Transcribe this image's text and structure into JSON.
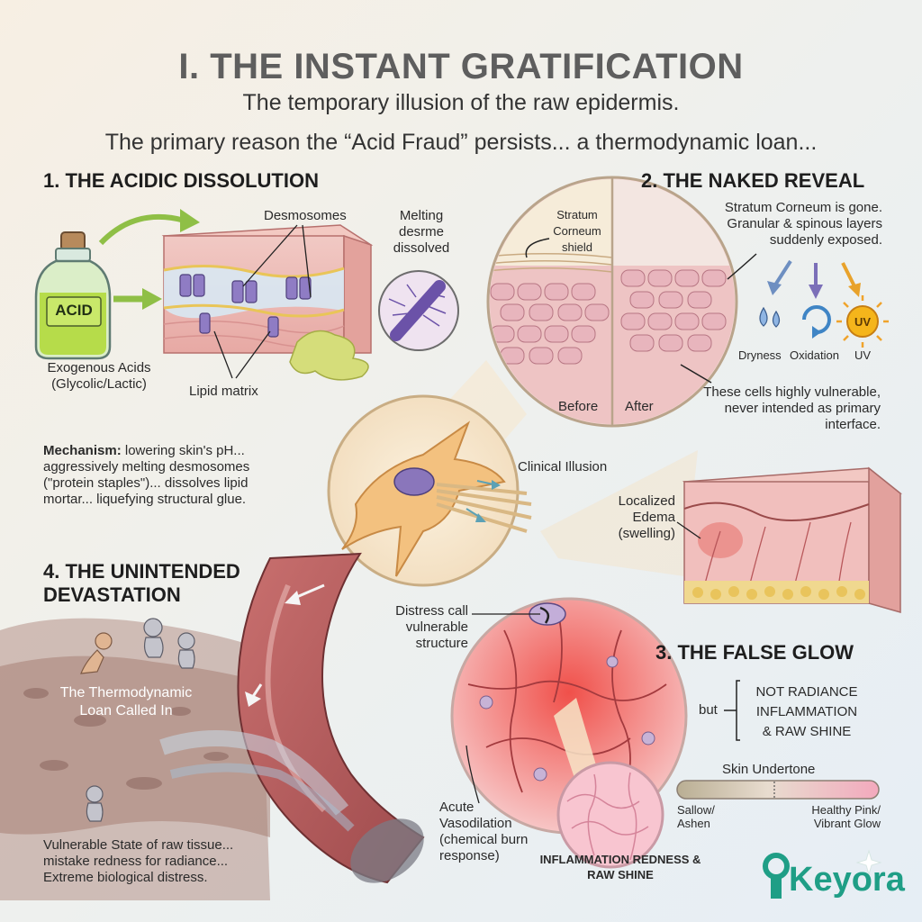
{
  "header": {
    "title": "I. THE INSTANT GRATIFICATION",
    "subtitle": "The temporary illusion of the raw epidermis.",
    "tagline": "The primary reason the “Acid Fraud” persists... a thermodynamic loan..."
  },
  "section1": {
    "heading": "1. THE ACIDIC DISSOLUTION",
    "bottle_label": "ACID",
    "desmosomes_label": "Desmosomes",
    "melting_label": "Melting desrme dissolved",
    "acids_label": "Exogenous Acids (Glycolic/Lactic)",
    "lipid_label": "Lipid matrix",
    "mechanism_title": "Mechanism:",
    "mechanism_text": "lowering skin's pH... aggressively melting desmosomes (\"protein staples\")... dissolves lipid mortar... liquefying structural glue."
  },
  "section2": {
    "heading": "2. THE NAKED REVEAL",
    "shield_label": "Stratum Corneum shield",
    "before_label": "Before",
    "after_label": "After",
    "gone_text": "Stratum Corneum is gone. Granular & spinous layers suddenly exposed.",
    "icons": [
      {
        "label": "Dryness",
        "icon": "droplet-icon"
      },
      {
        "label": "Oxidation",
        "icon": "cycle-icon"
      },
      {
        "label": "UV",
        "icon": "sun-icon"
      }
    ],
    "vulnerable_text": "These cells highly vulnerable, never intended as primary interface."
  },
  "center": {
    "clinical_label": "Clinical Illusion",
    "edema_label": "Localized Edema (swelling)"
  },
  "section3": {
    "heading": "3. THE FALSE GLOW",
    "distress_label": "Distress call vulnerable structure",
    "but_label": "but",
    "not_radiance": [
      "NOT RADIANCE",
      "INFLAMMATION",
      "& RAW SHINE"
    ],
    "undertone_title": "Skin Undertone",
    "undertone_left": "Sallow/ Ashen",
    "undertone_right": "Healthy Pink/ Vibrant Glow",
    "vasodilation_label": "Acute Vasodilation (chemical burn response)",
    "inflammation_label": "INFLAMMATION REDNESS & RAW SHINE",
    "colors": {
      "sallow": "#b9ae93",
      "pink": "#f3a9bd"
    }
  },
  "section4": {
    "heading": "4. THE UNINTENDED DEVASTATION",
    "loan_label": "The Thermodynamic Loan Called In",
    "vulnerable_state": "Vulnerable State of raw tissue... mistake redness for radiance... Extreme biological distress."
  },
  "brand": {
    "logo": "Keyora",
    "accent": "#1f9e86"
  }
}
